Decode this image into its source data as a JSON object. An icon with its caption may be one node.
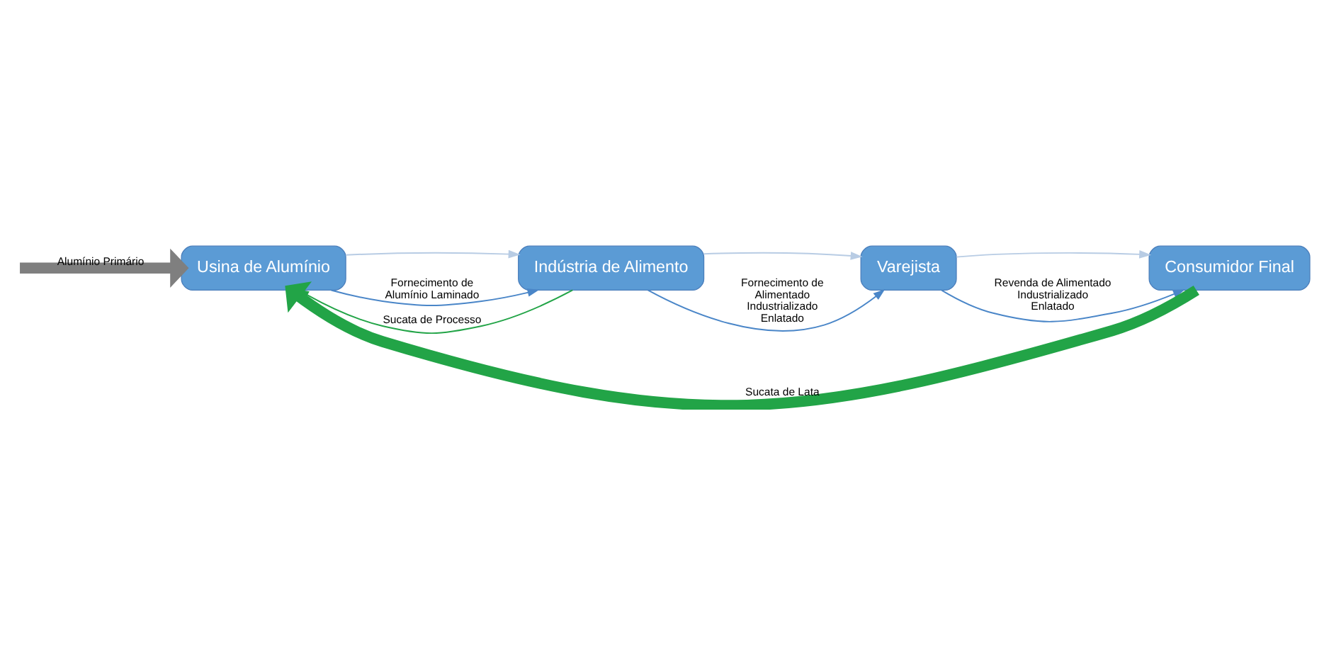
{
  "diagram": {
    "nodes": [
      {
        "text": [
          "Usina de Alumínio"
        ]
      },
      {
        "text": [
          "Indústria de Alimento"
        ]
      },
      {
        "text": [
          "Varejista"
        ]
      },
      {
        "text": [
          "Consumidor Final"
        ]
      }
    ],
    "edges": [
      {
        "from": null,
        "to": 0,
        "arrow": "to",
        "label": "Alumínio Primário",
        "style": "thick",
        "color": "#7f7f7f"
      },
      {
        "from": 0,
        "to": 1,
        "arrow": "to",
        "color": "#b8cce4"
      },
      {
        "from": 1,
        "to": 2,
        "arrow": "to",
        "color": "#b8cce4"
      },
      {
        "from": 2,
        "to": 3,
        "arrow": "to",
        "color": "#b8cce4"
      },
      {
        "from": 0,
        "to": 1,
        "arrow": "to",
        "label": "Fornecimento de Alumínio Laminado",
        "color": "#4a86c8"
      },
      {
        "from": 1,
        "to": 2,
        "arrow": "to",
        "label": "Fornecimento de Alimentado Industrializado Enlatado",
        "color": "#4a86c8"
      },
      {
        "from": 2,
        "to": 3,
        "arrow": "to",
        "label": "Revenda de Alimentado Industrializado Enlatado",
        "color": "#4a86c8"
      },
      {
        "from": 1,
        "to": 0,
        "arrow": "to",
        "label": "Sucata de Processo",
        "color": "#22a447"
      },
      {
        "from": 3,
        "to": 0,
        "arrow": "to",
        "label": "Sucata de Lata",
        "style": "thick",
        "color": "#22a447"
      }
    ]
  }
}
